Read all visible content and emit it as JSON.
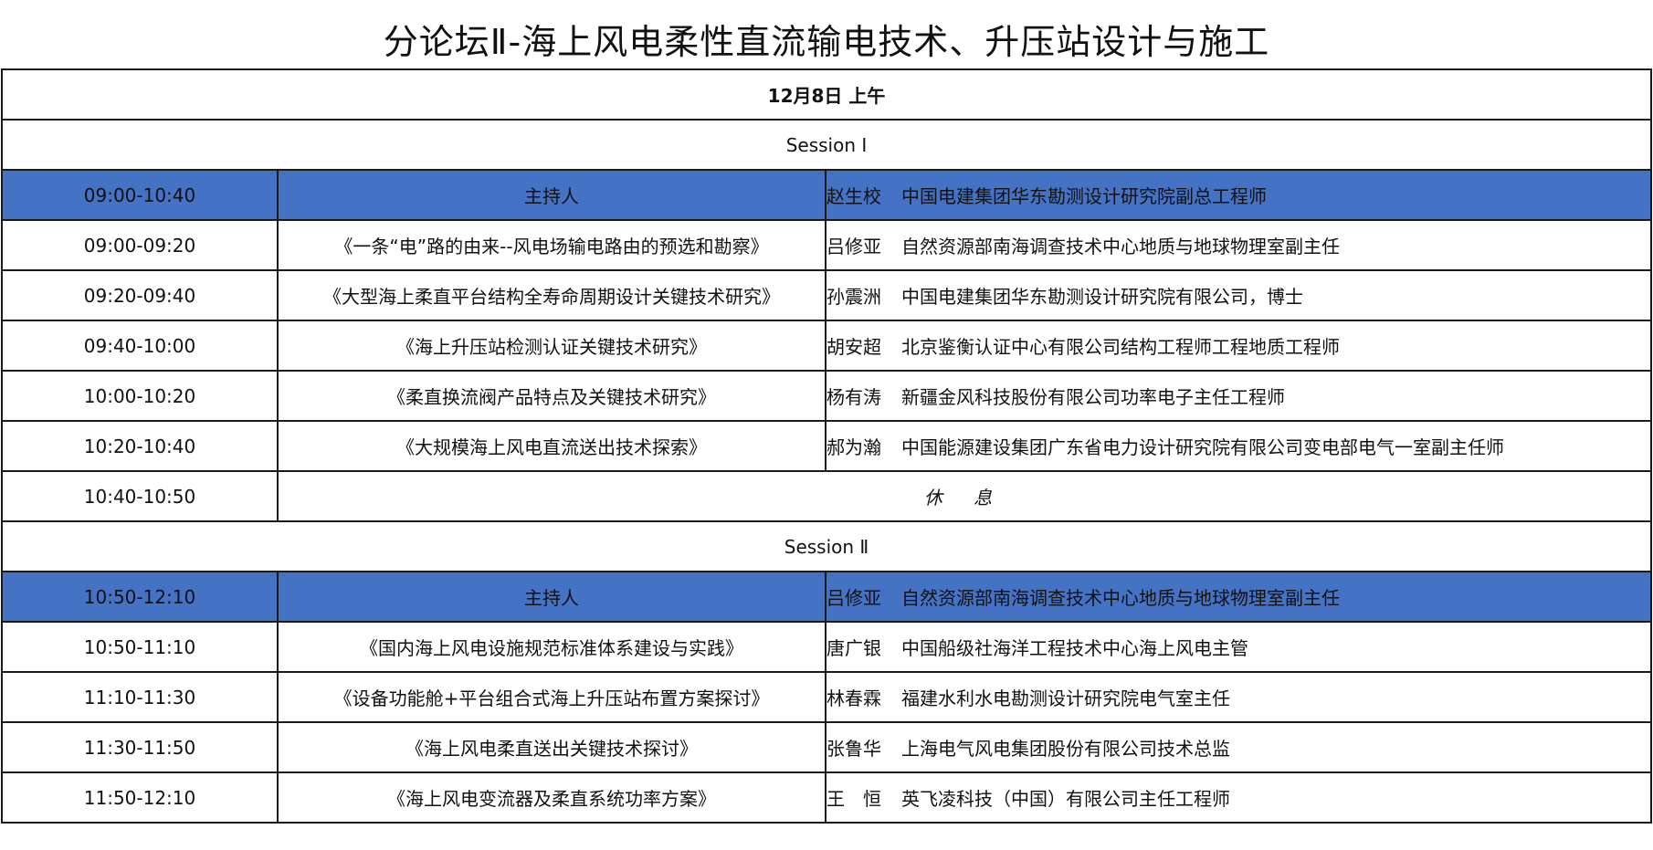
{
  "title": "分论坛Ⅱ-海上风电柔性直流输电技术、升压站设计与施工",
  "date_header": "12月8日  上午",
  "colors": {
    "host_row_bg": "#4472c4",
    "border": "#1a1a1a"
  },
  "sessions": [
    {
      "label": "Session Ⅰ",
      "host": {
        "time": "09:00-10:40",
        "label": "主持人",
        "name": "赵生校",
        "title": "中国电建集团华东勘测设计研究院副总工程师"
      },
      "talks": [
        {
          "time": "09:00-09:20",
          "topic": "《一条“电”路的由来--风电场输电路由的预选和勘察》",
          "name": "吕修亚",
          "title": "自然资源部南海调查技术中心地质与地球物理室副主任"
        },
        {
          "time": "09:20-09:40",
          "topic": "《大型海上柔直平台结构全寿命周期设计关键技术研究》",
          "name": "孙震洲",
          "title": "中国电建集团华东勘测设计研究院有限公司，博士"
        },
        {
          "time": "09:40-10:00",
          "topic": "《海上升压站检测认证关键技术研究》",
          "name": "胡安超",
          "title": "北京鉴衡认证中心有限公司结构工程师工程地质工程师"
        },
        {
          "time": "10:00-10:20",
          "topic": "《柔直换流阀产品特点及关键技术研究》",
          "name": "杨有涛",
          "title": "新疆金风科技股份有限公司功率电子主任工程师"
        },
        {
          "time": "10:20-10:40",
          "topic": "《大规模海上风电直流送出技术探索》",
          "name": "郝为瀚",
          "title": "中国能源建设集团广东省电力设计研究院有限公司变电部电气一室副主任师"
        }
      ],
      "break": {
        "time": "10:40-10:50",
        "label": "休 息"
      }
    },
    {
      "label": "Session Ⅱ",
      "host": {
        "time": "10:50-12:10",
        "label": "主持人",
        "name": "吕修亚",
        "title": "自然资源部南海调查技术中心地质与地球物理室副主任"
      },
      "talks": [
        {
          "time": "10:50-11:10",
          "topic": "《国内海上风电设施规范标准体系建设与实践》",
          "name": "唐广银",
          "title": "中国船级社海洋工程技术中心海上风电主管"
        },
        {
          "time": "11:10-11:30",
          "topic": "《设备功能舱+平台组合式海上升压站布置方案探讨》",
          "name": "林春霖",
          "title": "福建水利水电勘测设计研究院电气室主任"
        },
        {
          "time": "11:30-11:50",
          "topic": "《海上风电柔直送出关键技术探讨》",
          "name": "张鲁华",
          "title": "上海电气风电集团股份有限公司技术总监"
        },
        {
          "time": "11:50-12:10",
          "topic": "《海上风电变流器及柔直系统功率方案》",
          "name": "王　恒",
          "title": "英飞凌科技（中国）有限公司主任工程师"
        }
      ]
    }
  ]
}
